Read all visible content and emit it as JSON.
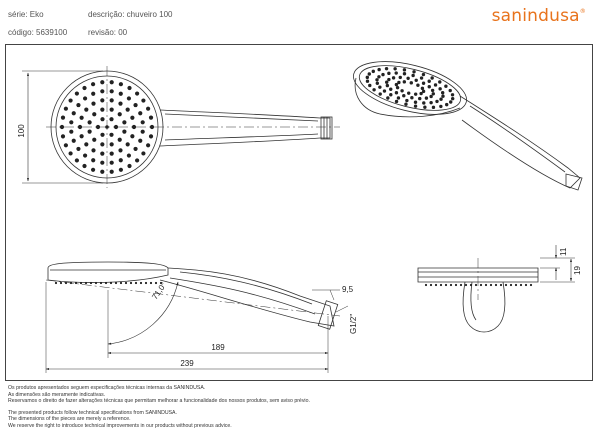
{
  "header": {
    "serie": "série: Eko",
    "codigo": "código: 5639100",
    "descricao": "descrição: chuveiro 100",
    "revisao": "revisão: 00",
    "logo_san": "san",
    "logo_indusa": "indusa",
    "logo_reg": "®"
  },
  "colors": {
    "brand": "#e8731c",
    "line": "#333333"
  },
  "dimensions": {
    "height_100": "100",
    "angle": "71,0°",
    "d189": "189",
    "d239": "239",
    "d9_5": "9,5",
    "thread": "G1/2\"",
    "d11": "11",
    "d19": "19"
  },
  "footer": {
    "pt1": "Os produtos apresentados seguem especificações técnicas internas da SANINDUSA.",
    "pt2": "As dimensões são meramente indicativas.",
    "pt3": "Reservamos o direito de fazer alterações técnicas que permitam melhorar a funcionalidade dos nossos produtos, sem aviso prévio.",
    "en1": "The presented products follow technical specifications from SANINDUSA.",
    "en2": "The dimensions of the pieces are merely a reference.",
    "en3": "We reserve the right to introduce technical improvements in our products without previous advice."
  }
}
